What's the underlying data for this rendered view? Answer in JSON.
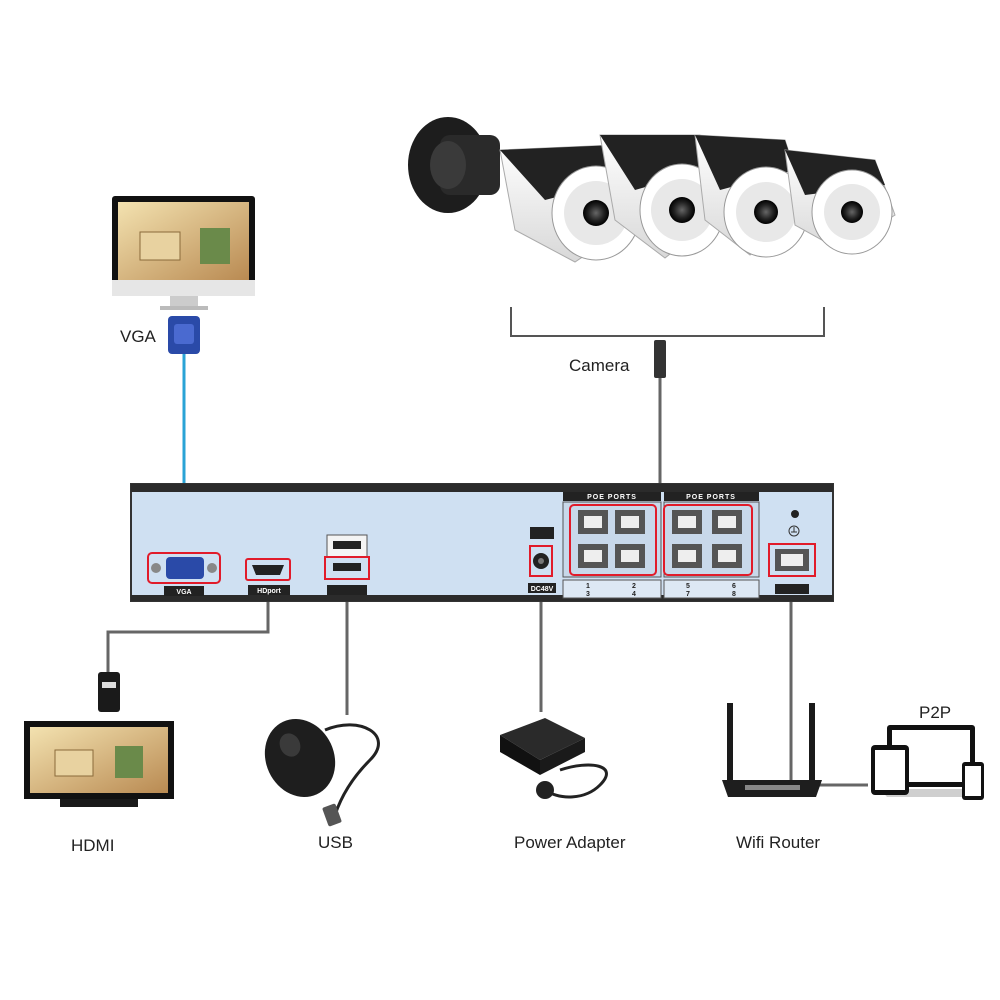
{
  "labels": {
    "vga": "VGA",
    "camera": "Camera",
    "hdmi": "HDMI",
    "usb": "USB",
    "power_adapter": "Power Adapter",
    "wifi_router": "Wifi Router",
    "p2p": "P2P"
  },
  "nvr_panel": {
    "poe_ports_left": "POE PORTS",
    "poe_ports_right": "POE PORTS",
    "vga_port": "VGA",
    "hd_port": "HDport",
    "dc_port": "DC48V",
    "port_numbers": [
      "1",
      "2",
      "3",
      "4",
      "5",
      "6",
      "7",
      "8"
    ]
  },
  "colors": {
    "panel": "#cfe0f2",
    "highlight": "#e11b2a",
    "vga_cable": "#2aa3d6",
    "cable": "#666666"
  }
}
